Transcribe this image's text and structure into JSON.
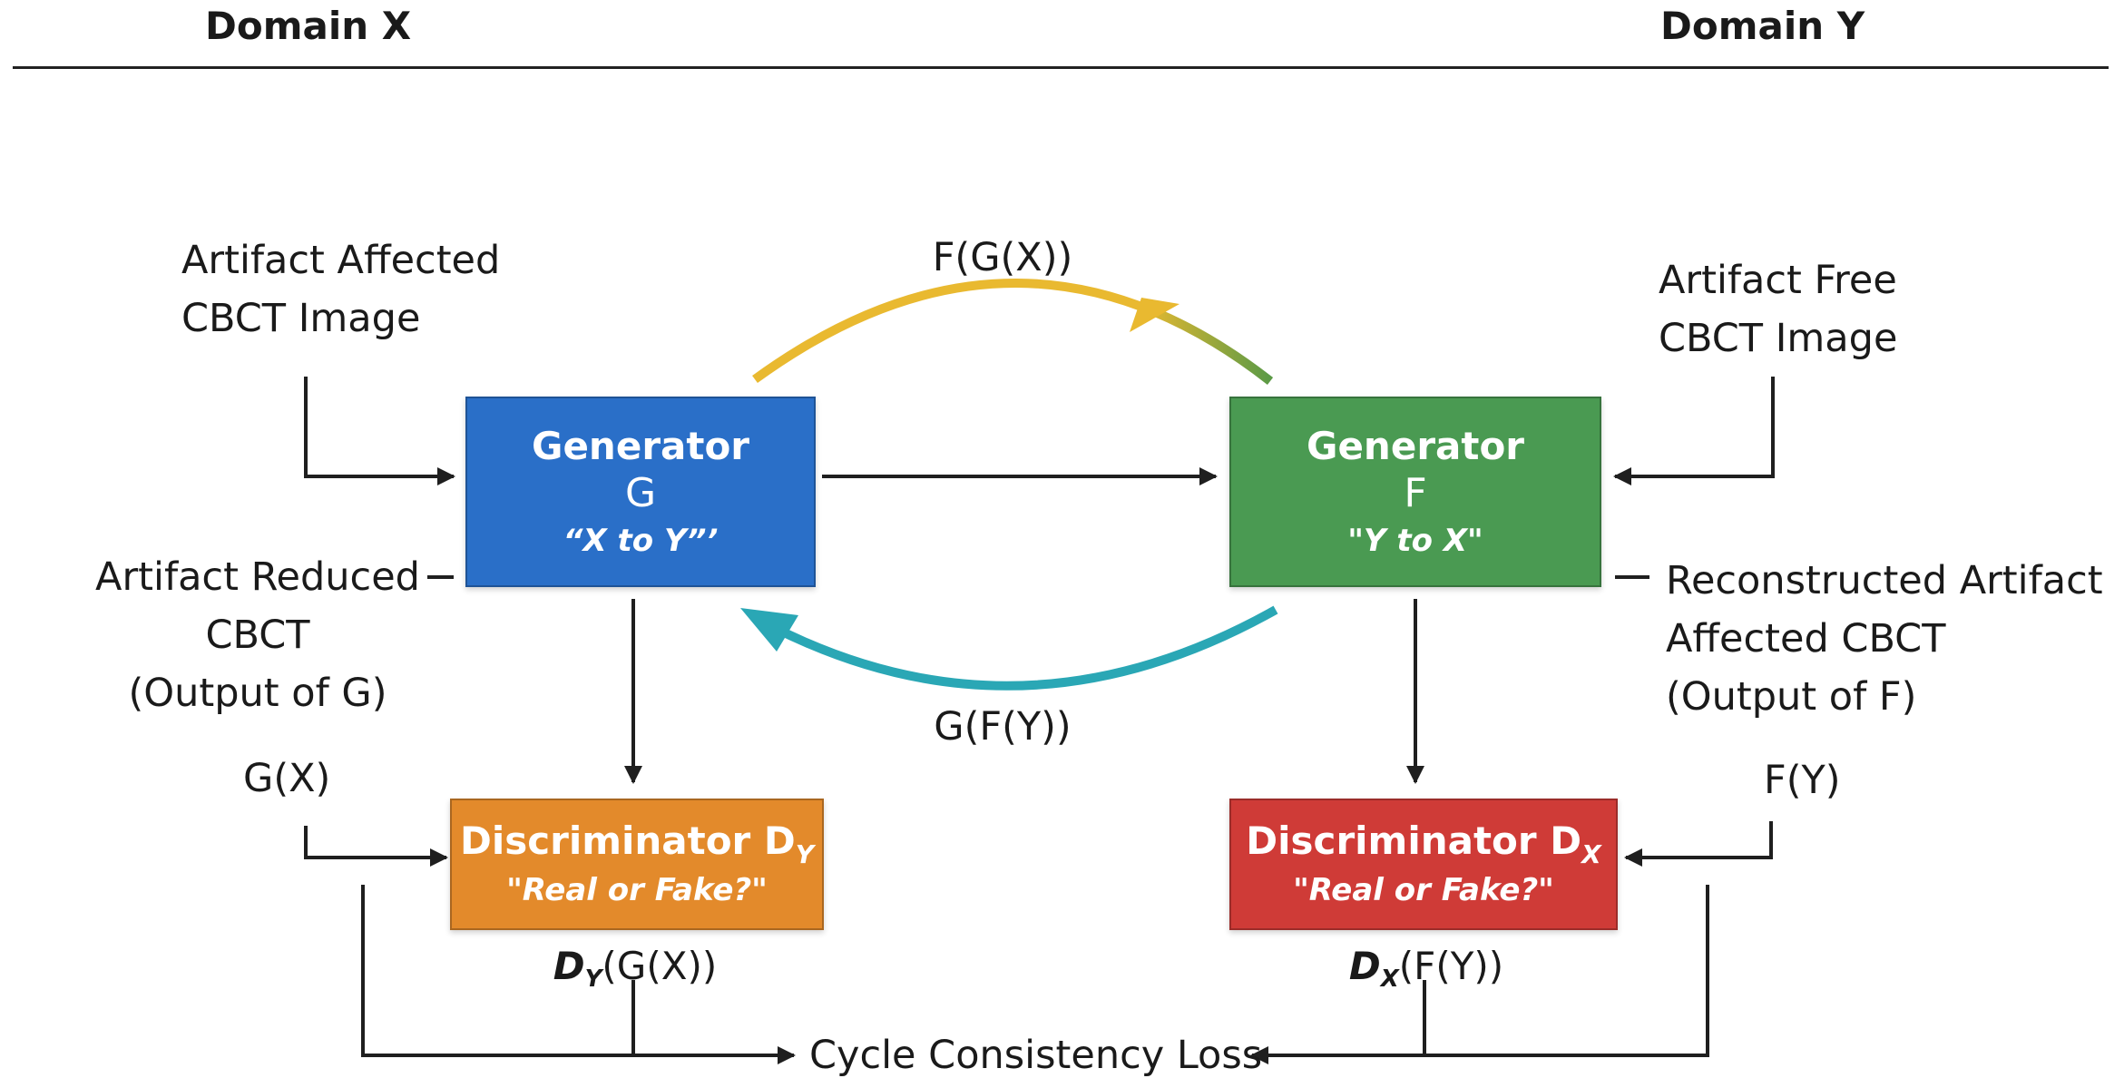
{
  "header": {
    "domain_x": "Domain X",
    "domain_y": "Domain Y"
  },
  "inputs": {
    "x_line1": "Artifact Affected",
    "x_line2": "CBCT Image",
    "y_line1": "Artifact Free",
    "y_line2": "CBCT Image"
  },
  "generator_g": {
    "title": "Generator",
    "letter": "G",
    "subtitle": "“X to Y”’"
  },
  "generator_f": {
    "title": "Generator",
    "letter": "F",
    "subtitle": "\"Y to X\""
  },
  "cycle": {
    "top_label": "F(G(X))",
    "bottom_label": "G(F(Y))"
  },
  "outputs": {
    "g_line1": "Artifact Reduced",
    "g_line2": "CBCT",
    "g_line3": "(Output of G)",
    "f_line1": "Reconstructed Artifact",
    "f_line2": "Affected CBCT",
    "f_line3": "(Output of F)"
  },
  "signals": {
    "gx": "G(X)",
    "fy": "F(Y)"
  },
  "disc_y": {
    "title": "Discriminator D",
    "sub": "Y",
    "question": "\"Real or Fake?\"",
    "out_d": "D",
    "out_sub": "Y",
    "out_arg": "(G(X))"
  },
  "disc_x": {
    "title": "Discriminator D",
    "sub": "X",
    "question": "\"Real or Fake?\"",
    "out_d": "D",
    "out_sub": "X",
    "out_arg": "(F(Y))"
  },
  "loss": {
    "label": "Cycle Consistency Loss"
  },
  "colors": {
    "generator_g": "#2a6fc8",
    "generator_f": "#4a9a52",
    "disc_y": "#e38a2b",
    "disc_x": "#cf3b37",
    "arrow_yellow": "#e9b930",
    "arrow_teal": "#2aa7b5"
  }
}
